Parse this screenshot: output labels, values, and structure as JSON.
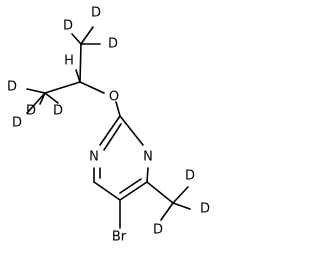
{
  "structure": {
    "atoms": {
      "n1": "N",
      "n3": "N",
      "o": "O",
      "br": "Br",
      "h_ch_top": "H",
      "h_ch3_top_1": "D",
      "h_ch3_top_2": "D",
      "h_ch3_top_3": "D",
      "h_ch3_left_1": "D",
      "h_ch3_left_2": "D",
      "h_ch3_left_3": "D",
      "h_ch_mid": "D",
      "h_methyl_1": "D",
      "h_methyl_2": "D",
      "h_methyl_3": "D"
    }
  }
}
